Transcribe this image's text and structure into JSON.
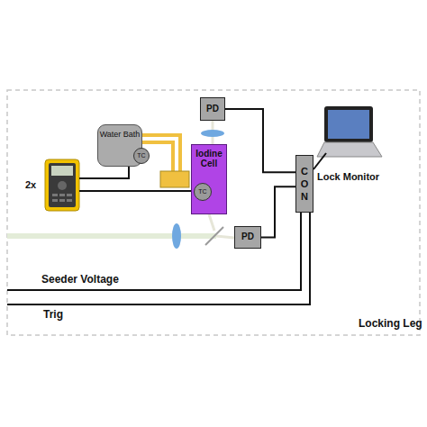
{
  "diagram": {
    "nodes": [
      {
        "text": [
          "Water Bath"
        ]
      },
      {
        "text": [
          "TC"
        ],
        "in": 0
      },
      {
        "text": [
          "Iodine Cell"
        ]
      },
      {
        "text": [
          "TC"
        ],
        "in": 2
      },
      {
        "text": [
          "PD"
        ]
      },
      {
        "text": [
          "PD"
        ]
      },
      {
        "text": [
          "CON"
        ]
      }
    ],
    "edges": [
      {
        "from": 4,
        "to": 6,
        "arrow": "none"
      },
      {
        "from": 5,
        "to": 6,
        "arrow": "none"
      }
    ],
    "labels": [
      "2x",
      "Lock Monitor",
      "Seeder Voltage",
      "Trig",
      "Locking Leg"
    ]
  }
}
